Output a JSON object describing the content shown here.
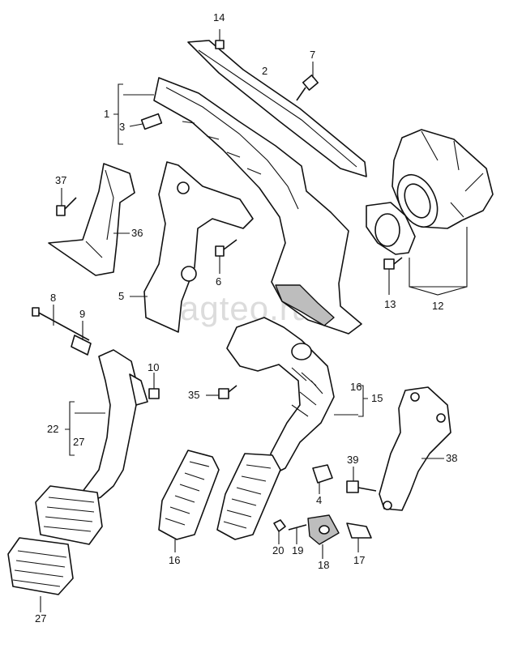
{
  "watermark": "vagteo.ru",
  "callouts": {
    "c1": "1",
    "c2": "2",
    "c3": "3",
    "c4": "4",
    "c5": "5",
    "c6": "6",
    "c7": "7",
    "c8": "8",
    "c9": "9",
    "c10": "10",
    "c12": "12",
    "c13": "13",
    "c14": "14",
    "c15": "15",
    "c16a": "16",
    "c16b": "16",
    "c17": "17",
    "c18": "18",
    "c19": "19",
    "c20": "20",
    "c22": "22",
    "c27a": "27",
    "c27b": "27",
    "c35": "35",
    "c36": "36",
    "c37": "37",
    "c38": "38",
    "c39": "39"
  }
}
